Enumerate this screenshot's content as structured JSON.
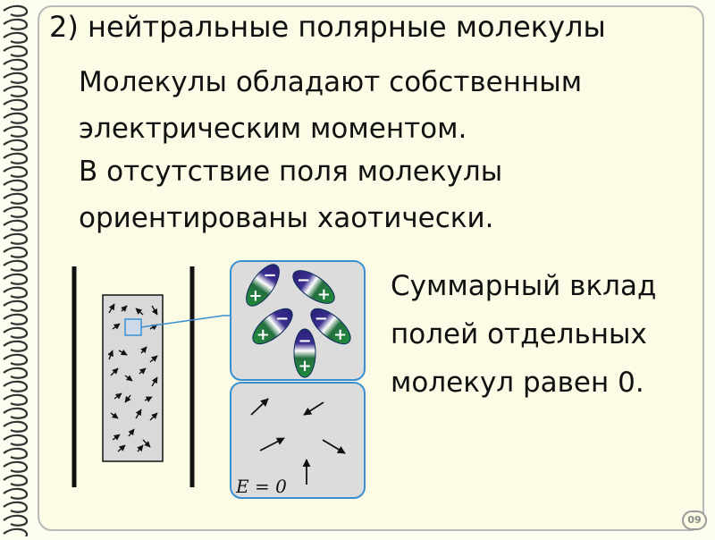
{
  "slide": {
    "heading": "2) нейтральные полярные молекулы",
    "paragraph1": [
      "Молекулы обладают собственным",
      "электрическим моментом."
    ],
    "paragraph2": [
      "В отсутствие поля молекулы",
      "ориентированы хаотически."
    ],
    "summary": [
      "Суммарный вклад",
      "полей отдельных",
      "молекул равен 0."
    ],
    "page_number": "09"
  },
  "figure": {
    "field_label": "E = 0",
    "plus_sign": "+",
    "minus_sign": "−",
    "colors": {
      "panel_fill": "#dcdcdc",
      "panel_border": "#3a8fd0",
      "plus_end": "#1e8a3a",
      "minus_end": "#3a2a8a",
      "dielectric_fill": "#d9d9d9"
    }
  }
}
